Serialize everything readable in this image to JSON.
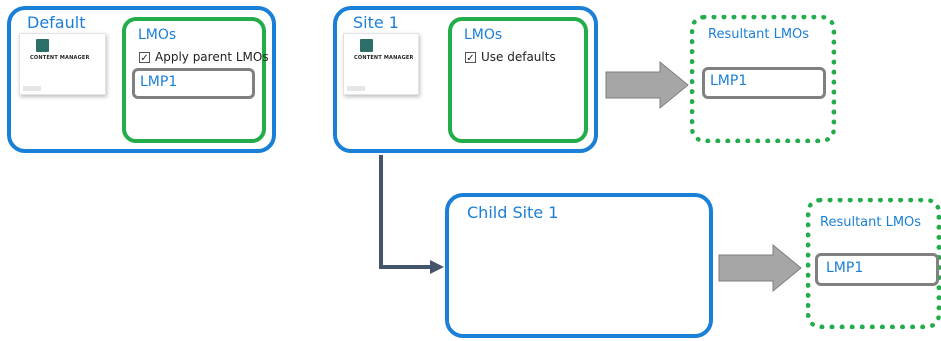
{
  "default_site": {
    "title": "Default",
    "thumbnail_text": "CONTENT MANAGER",
    "lmos_title": "LMOs",
    "checkbox_label": "Apply parent LMOs",
    "lmp_label": "LMP1"
  },
  "site1": {
    "title": "Site 1",
    "thumbnail_text": "CONTENT MANAGER",
    "lmos_title": "LMOs",
    "checkbox_label": "Use defaults"
  },
  "resultant_top": {
    "title": "Resultant LMOs",
    "lmp_label": "LMP1"
  },
  "child_site": {
    "title": "Child Site 1"
  },
  "resultant_bottom": {
    "title": "Resultant LMOs",
    "lmp_label": "LMP1"
  },
  "colors": {
    "site_border": "#1a7fd6",
    "lmo_border": "#22ad4a",
    "lmp_border": "#808080",
    "arrow_fill": "#a6a6a6",
    "connector": "#44546a"
  }
}
